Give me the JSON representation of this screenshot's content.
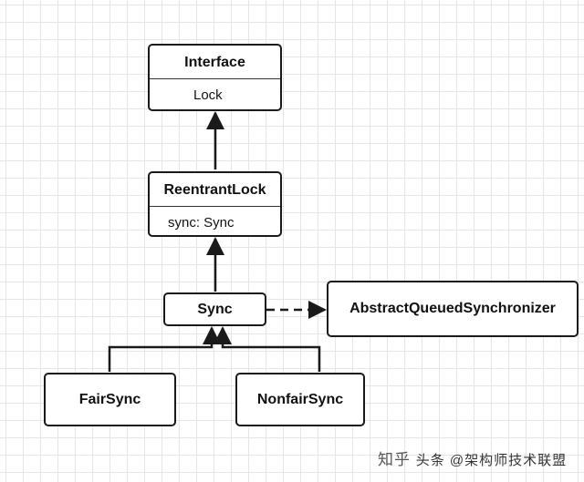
{
  "diagram": {
    "interface_box": {
      "stereotype": "Interface",
      "member": "Lock"
    },
    "reentrant_box": {
      "title": "ReentrantLock",
      "member": "sync: Sync"
    },
    "sync_box": {
      "title": "Sync"
    },
    "aqs_box": {
      "title": "AbstractQueuedSynchronizer"
    },
    "fair_box": {
      "title": "FairSync"
    },
    "nonfair_box": {
      "title": "NonfairSync"
    }
  },
  "watermark": {
    "site": "知乎",
    "text": "头条 @架构师技术联盟"
  },
  "colors": {
    "line": "#1a1a1a",
    "grid": "#e6e6e6",
    "box_border": "#1a1a1a"
  }
}
